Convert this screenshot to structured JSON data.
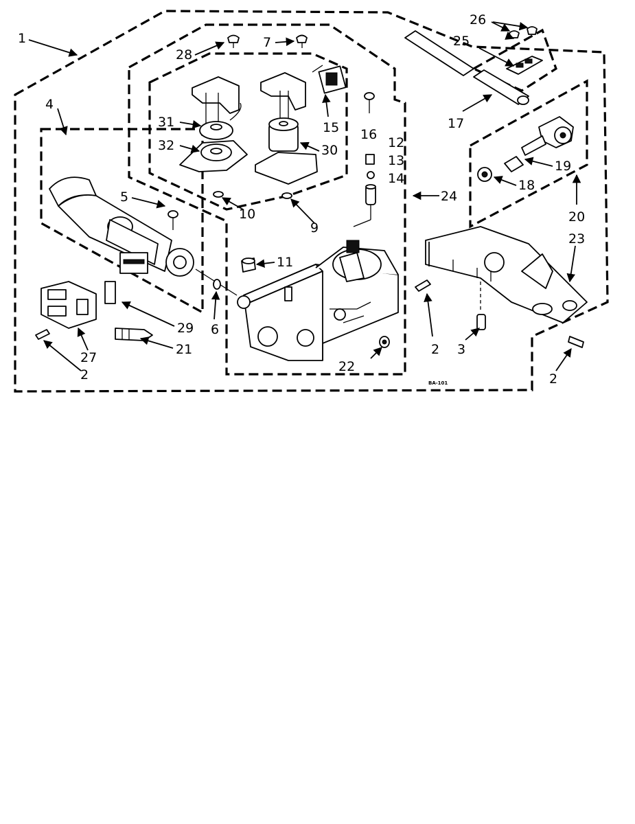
{
  "callouts": {
    "c1": "1",
    "c2a": "2",
    "c2b": "2",
    "c2c": "2",
    "c3": "3",
    "c4": "4",
    "c5": "5",
    "c6": "6",
    "c7": "7",
    "c9": "9",
    "c10": "10",
    "c11": "11",
    "c12": "12",
    "c13": "13",
    "c14": "14",
    "c15": "15",
    "c16": "16",
    "c17": "17",
    "c18": "18",
    "c19": "19",
    "c20": "20",
    "c21": "21",
    "c22": "22",
    "c23": "23",
    "c24": "24",
    "c25": "25",
    "c26": "26",
    "c27": "27",
    "c28": "28",
    "c29": "29",
    "c30": "30",
    "c31": "31",
    "c32": "32"
  },
  "diagram_code": "BA-101"
}
